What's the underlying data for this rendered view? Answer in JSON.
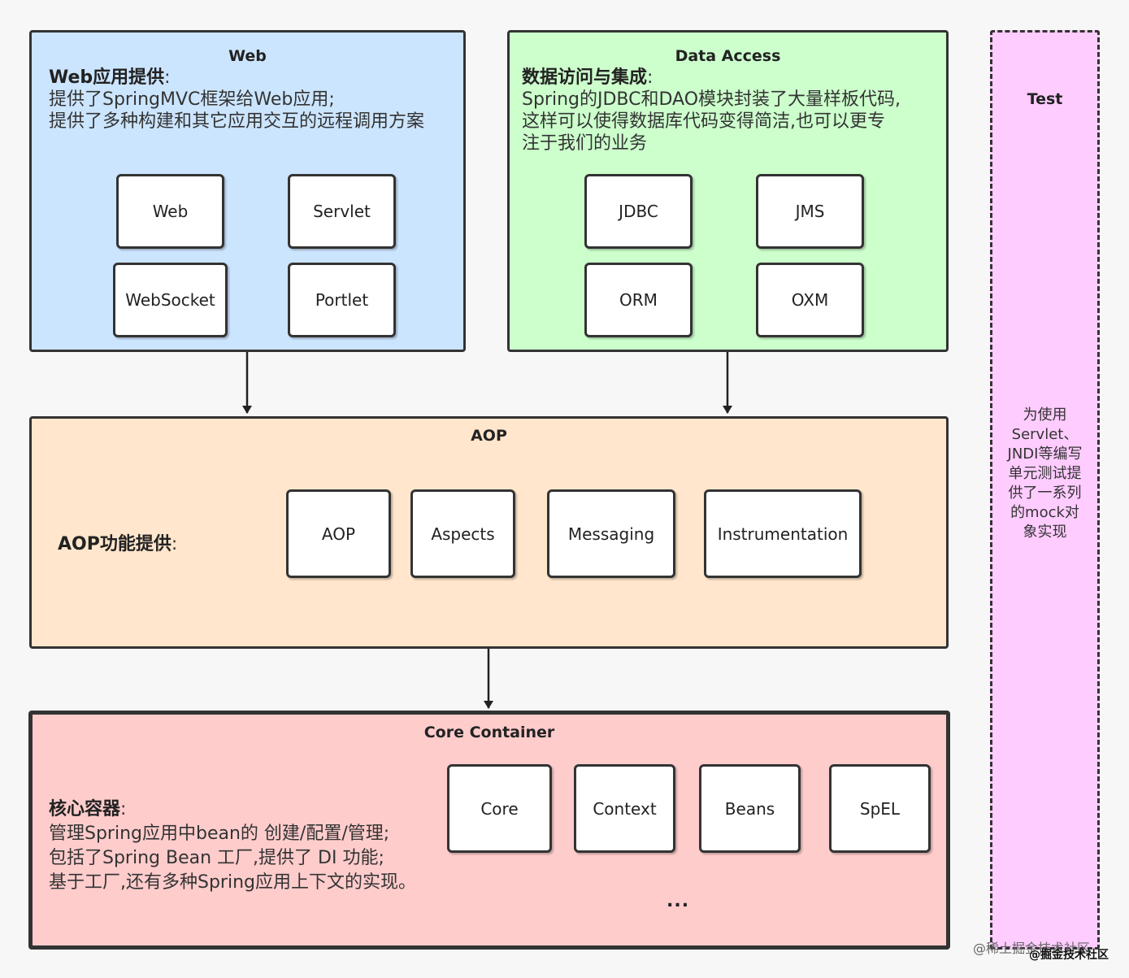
{
  "web": {
    "title": "Web",
    "desc_heading": "Web应用提供",
    "desc_colon": ":",
    "desc_lines": [
      "提供了SpringMVC框架给Web应用;",
      "提供了多种构建和其它应用交互的远程调用方案"
    ],
    "modules": [
      "Web",
      "Servlet",
      "WebSocket",
      "Portlet"
    ]
  },
  "data_access": {
    "title": "Data Access",
    "desc_heading": "数据访问与集成",
    "desc_colon": ":",
    "desc_lines": [
      "Spring的JDBC和DAO模块封装了大量样板代码,",
      "这样可以使得数据库代码变得简洁,也可以更专",
      "注于我们的业务"
    ],
    "modules": [
      "JDBC",
      "JMS",
      "ORM",
      "OXM"
    ]
  },
  "aop": {
    "title": "AOP",
    "desc_heading": "AOP功能提供",
    "desc_colon": ":",
    "modules": [
      "AOP",
      "Aspects",
      "Messaging",
      "Instrumentation"
    ]
  },
  "core": {
    "title": "Core Container",
    "desc_heading": "核心容器",
    "desc_colon": ":",
    "desc_lines": [
      "管理Spring应用中bean的 创建/配置/管理;",
      "包括了Spring Bean 工厂,提供了 DI 功能;",
      "基于工厂,还有多种Spring应用上下文的实现。"
    ],
    "modules": [
      "Core",
      "Context",
      "Beans",
      "SpEL"
    ],
    "ellipsis": "..."
  },
  "test": {
    "title": "Test",
    "desc_lines": [
      "为使用",
      "Servlet、",
      "JNDI等编写",
      "单元测试提",
      "供了一系列",
      "的mock对",
      "象实现"
    ]
  },
  "watermark": {
    "line1": "@稀土掘金技术社区",
    "line2": "@掘金技术社区"
  },
  "colors": {
    "web_bg": "#cce5ff",
    "data_access_bg": "#ccffcc",
    "aop_bg": "#ffe6cc",
    "core_bg": "#ffcccc",
    "test_bg": "#ffccff"
  }
}
